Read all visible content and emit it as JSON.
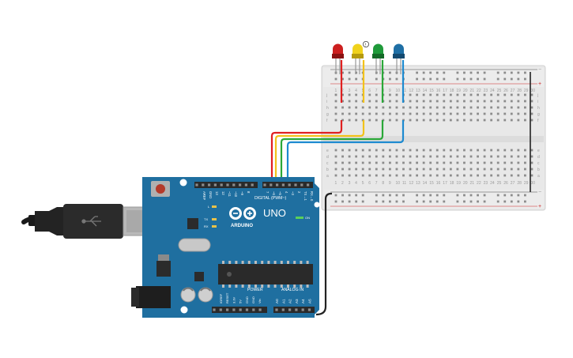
{
  "arduino": {
    "brand": "ARDUINO",
    "model": "UNO",
    "on_label": "ON",
    "digital_label": "DIGITAL (PWM~)",
    "power_label": "POWER",
    "analog_label": "ANALOG IN",
    "tx_label": "TX",
    "rx_label": "RX",
    "l_label": "L",
    "top_pins": [
      "AREF",
      "GND",
      "13",
      "12",
      "~11",
      "~10",
      "~9",
      "8",
      "7",
      "~6",
      "~5",
      "4",
      "~3",
      "2",
      "TX→1",
      "RX←0"
    ],
    "power_pins": [
      "IOREF",
      "RESET",
      "3.3V",
      "5V",
      "GND",
      "GND",
      "Vin"
    ],
    "analog_pins": [
      "A0",
      "A1",
      "A2",
      "A3",
      "A4",
      "A5"
    ],
    "board_color": "#1f6fa0"
  },
  "breadboard": {
    "row_letters_top": [
      "j",
      "i",
      "h",
      "g",
      "f"
    ],
    "row_letters_bottom": [
      "e",
      "d",
      "c",
      "b",
      "a"
    ],
    "rail_plus": "+",
    "rail_minus": "−",
    "columns": 30
  },
  "leds": [
    {
      "color": "red",
      "hex": "#cc1f1f"
    },
    {
      "color": "yellow",
      "hex": "#f0d21c"
    },
    {
      "color": "green",
      "hex": "#1f9a3a"
    },
    {
      "color": "blue",
      "hex": "#1f6fa5"
    }
  ],
  "warning_badge": "!",
  "wires": {
    "red": "#e02020",
    "yellow": "#f2c21a",
    "green": "#2aa838",
    "blue": "#1d8ad0",
    "black": "#222222"
  }
}
